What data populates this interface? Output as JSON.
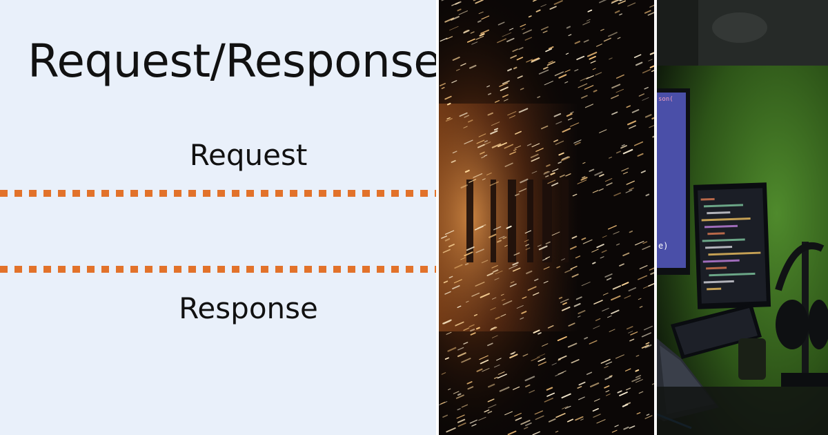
{
  "slide": {
    "title": "Request/Response",
    "request_label": "Request",
    "response_label": "Response"
  },
  "colors": {
    "slide_background": "#e9f0fa",
    "dash_accent": "#e2722a",
    "text": "#111111"
  },
  "photos": [
    {
      "subject": "corridor of hanging string lights"
    },
    {
      "subject": "desk with monitors and laptop showing code"
    }
  ]
}
